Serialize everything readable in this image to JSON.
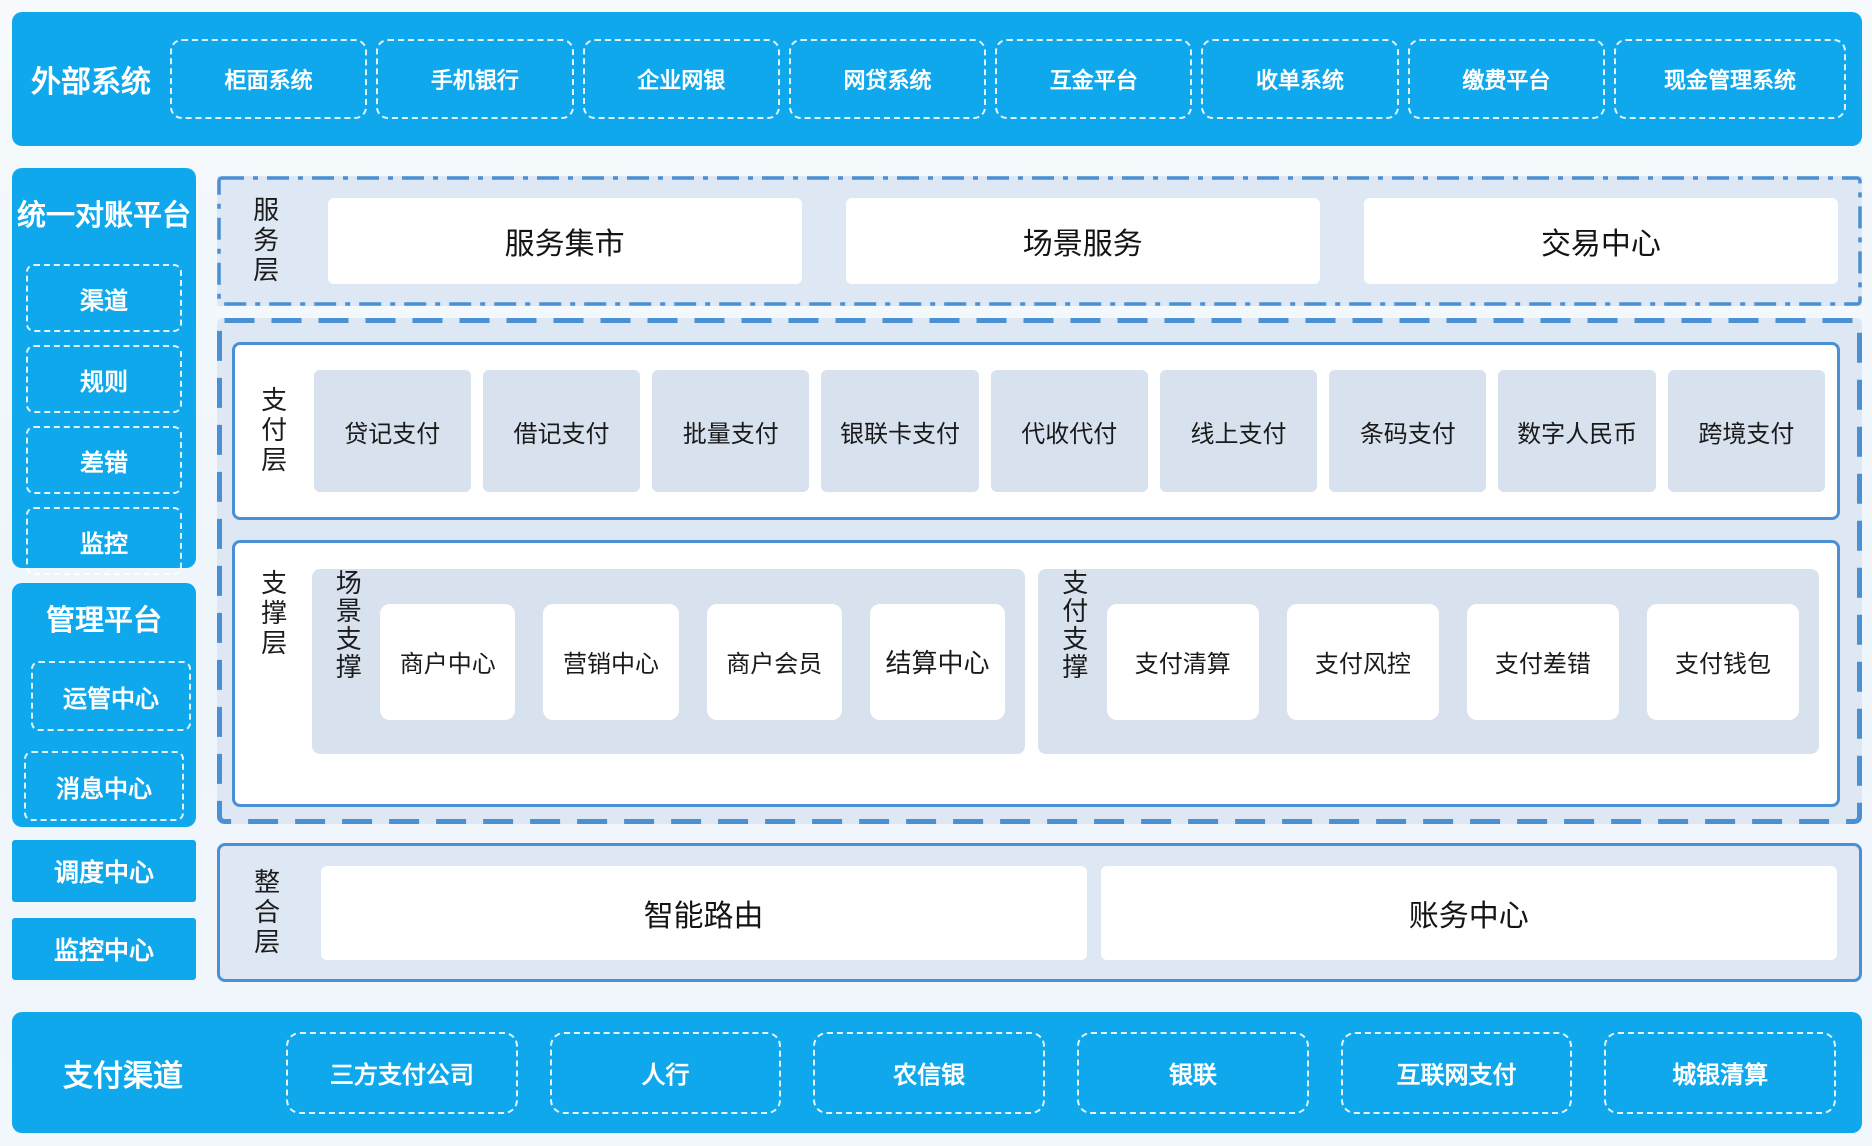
{
  "colors": {
    "accent_blue": "#10a8ec",
    "panel_bg": "#dde8f4",
    "inner_box_bg": "#d8e2ef",
    "border_blue": "#4a90d2",
    "box_white": "#ffffff",
    "text_dark": "#1a1a1a",
    "text_white": "#ffffff"
  },
  "top_bar": {
    "title": "外部系统",
    "items": [
      "柜面系统",
      "手机银行",
      "企业网银",
      "网贷系统",
      "互金平台",
      "收单系统",
      "缴费平台",
      "现金管理系统"
    ]
  },
  "sidebar": {
    "panels": [
      {
        "title": "统一对账平台",
        "items": [
          "渠道",
          "规则",
          "差错",
          "监控"
        ]
      },
      {
        "title": "管理平台",
        "items": [
          "运管中心",
          "消息中心"
        ]
      }
    ],
    "solid_boxes": [
      "调度中心",
      "监控中心"
    ]
  },
  "layers": {
    "service": {
      "label": "服务层",
      "items": [
        "服务集市",
        "场景服务",
        "交易中心"
      ]
    },
    "payment": {
      "label": "支付层",
      "items": [
        "贷记支付",
        "借记支付",
        "批量支付",
        "银联卡支付",
        "代收代付",
        "线上支付",
        "条码支付",
        "数字人民币",
        "跨境支付"
      ]
    },
    "support": {
      "label": "支撑层",
      "groups": [
        {
          "label": "场景支撑",
          "items": [
            "商户中心",
            "营销中心",
            "商户会员",
            "结算中心"
          ]
        },
        {
          "label": "支付支撑",
          "items": [
            "支付清算",
            "支付风控",
            "支付差错",
            "支付钱包"
          ]
        }
      ]
    },
    "integration": {
      "label": "整合层",
      "items": [
        "智能路由",
        "账务中心"
      ]
    }
  },
  "bottom_bar": {
    "title": "支付渠道",
    "items": [
      "三方支付公司",
      "人行",
      "农信银",
      "银联",
      "互联网支付",
      "城银清算"
    ]
  }
}
